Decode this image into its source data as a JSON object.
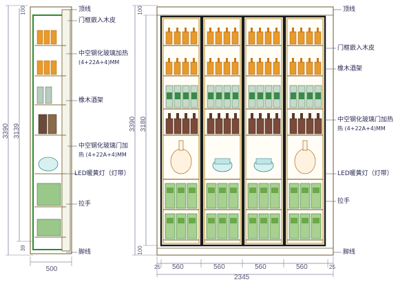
{
  "annotations": {
    "top_line": "顶线",
    "door_frame_inlay": "门框嵌入木皮",
    "hollow_glass_heated": "中空钢化玻璃加热",
    "glass_spec": "(4+22A+4)MM",
    "oak_wine_rack": "橡木酒架",
    "hollow_glass_door_heated": "中空钢化玻璃门加热",
    "hollow_glass_door_part1": "中空钢化玻璃门加",
    "hollow_glass_door_part2": "热 (4+22A+4)MM",
    "led_strip": "LED暖黄灯（灯带）",
    "handle": "拉手",
    "base_line": "脚线"
  },
  "side_view": {
    "overall_height": "3390",
    "body_height": "3139",
    "top_gap": "100",
    "bottom_gap": "39",
    "depth": "500"
  },
  "front_view": {
    "overall_height": "3390",
    "body_height": "3180",
    "top_gap": "100",
    "bottom_gap": "100",
    "total_width": "2345",
    "door_widths": [
      "560",
      "560",
      "560",
      "560"
    ],
    "edge_gap": "25"
  },
  "colors": {
    "cabinet_line": "#6b5a2a",
    "door_frame": "#c8a040",
    "dim_line": "#8080a0",
    "side_panel": "#2d8a2d",
    "bottle_orange": "#e89a2a",
    "bottle_green": "#3a8a4a",
    "box_green": "#6aa84a"
  }
}
